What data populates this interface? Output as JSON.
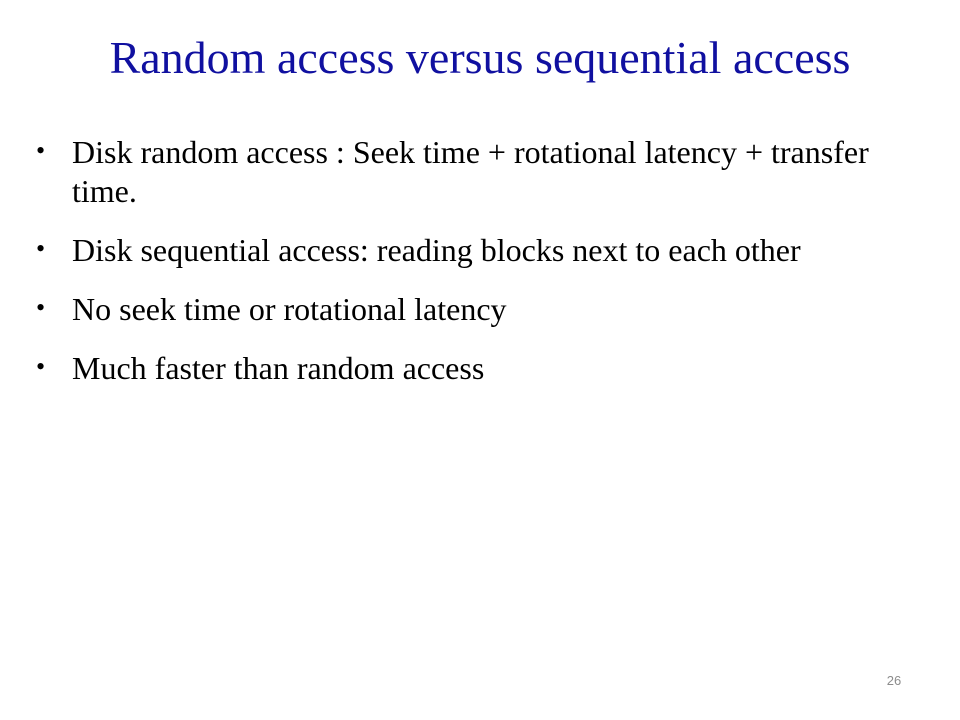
{
  "slide": {
    "title": "Random access versus sequential access",
    "bullets": [
      "Disk random access : Seek time + rotational latency + transfer time.",
      "Disk sequential access: reading blocks next to each other",
      "No seek time or rotational latency",
      "Much faster than random access"
    ],
    "page_number": "26",
    "colors": {
      "title": "#1010a0",
      "body_text": "#000000",
      "page_number": "#8c8c8c"
    }
  }
}
